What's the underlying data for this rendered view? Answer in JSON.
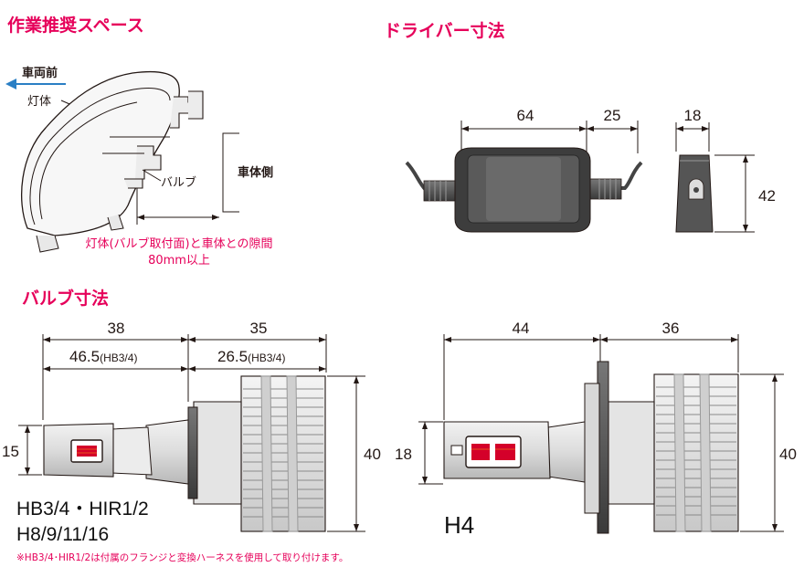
{
  "sections": {
    "work_space": "作業推奨スペース",
    "driver_dims": "ドライバー寸法",
    "bulb_dims": "バルブ寸法"
  },
  "work_space": {
    "forward_label": "車両前",
    "lamp_label": "灯体",
    "bulb_label": "バルブ",
    "body_label": "車体側",
    "clearance_line1": "灯体(バルブ取付面)と車体との隙間",
    "clearance_line2": "80mm以上"
  },
  "driver": {
    "length_main": "64",
    "length_cable": "25",
    "depth": "18",
    "height": "42"
  },
  "bulb_hb": {
    "length_front": "38",
    "length_back": "35",
    "length_front_alt": "46.5",
    "length_front_alt_note": "(HB3/4)",
    "length_back_alt": "26.5",
    "length_back_alt_note": "(HB3/4)",
    "tip_diameter": "15",
    "height": "40",
    "models_line1": "HB3/4・HIR1/2",
    "models_line2": "H8/9/11/16"
  },
  "bulb_h4": {
    "length_front": "44",
    "length_back": "36",
    "tip_diameter": "18",
    "height": "40",
    "model": "H4"
  },
  "footnote": "※HB3/4･HIR1/2は付属のフランジと変換ハーネスを使用して取り付けます。",
  "colors": {
    "accent": "#e6005a",
    "arrow": "#2a7fc4",
    "line": "#231815",
    "led_orange": "#e8541e",
    "led_red": "#d4002a"
  }
}
